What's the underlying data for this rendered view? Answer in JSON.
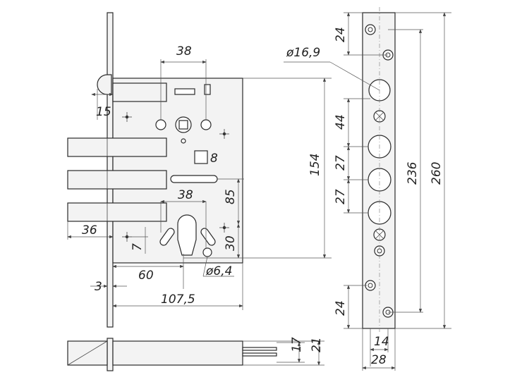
{
  "drawing": {
    "labels": {
      "d38_top": "38",
      "d15": "15",
      "d8": "8",
      "d38_mid": "38",
      "d36": "36",
      "d7": "7",
      "d60": "60",
      "d3": "3",
      "d107_5": "107,5",
      "d6_4": "ø6,4",
      "d154": "154",
      "d85": "85",
      "d30": "30",
      "d16_9": "ø16,9",
      "d24_top": "24",
      "d44": "44",
      "d27_a": "27",
      "d27_b": "27",
      "d24_bot": "24",
      "d236": "236",
      "d260": "260",
      "d14": "14",
      "d28": "28",
      "d17": "17",
      "d21": "21"
    }
  }
}
